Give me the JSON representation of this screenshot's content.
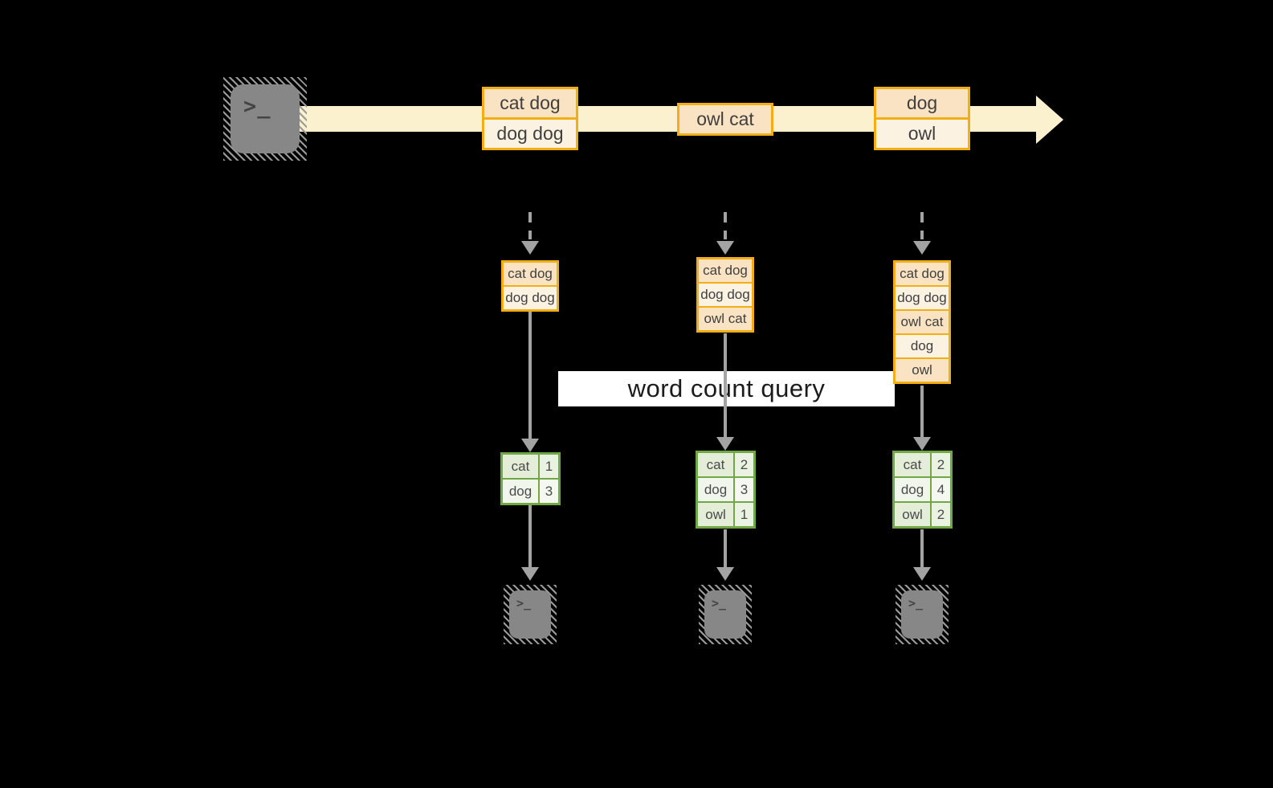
{
  "diagram": {
    "terminal_glyph": ">_",
    "query_label": "word count query",
    "stream": {
      "events": [
        {
          "lines": [
            "cat dog",
            "dog dog"
          ]
        },
        {
          "lines": [
            "owl cat"
          ]
        },
        {
          "lines": [
            "dog",
            "owl"
          ]
        }
      ]
    },
    "columns": [
      {
        "stack": [
          "cat dog",
          "dog dog"
        ],
        "table": [
          {
            "word": "cat",
            "count": "1"
          },
          {
            "word": "dog",
            "count": "3"
          }
        ]
      },
      {
        "stack": [
          "cat dog",
          "dog dog",
          "owl cat"
        ],
        "table": [
          {
            "word": "cat",
            "count": "2"
          },
          {
            "word": "dog",
            "count": "3"
          },
          {
            "word": "owl",
            "count": "1"
          }
        ]
      },
      {
        "stack": [
          "cat dog",
          "dog dog",
          "owl cat",
          "dog",
          "owl"
        ],
        "table": [
          {
            "word": "cat",
            "count": "2"
          },
          {
            "word": "dog",
            "count": "4"
          },
          {
            "word": "owl",
            "count": "2"
          }
        ]
      }
    ],
    "colors": {
      "background": "#000000",
      "stream_band": "#FBF1CF",
      "box_border": "#F2AE15",
      "box_fill_dark": "#FAE3C3",
      "box_fill_light": "#FCF2E2",
      "table_border": "#71A845",
      "table_fill_dark": "#E3EDD8",
      "table_fill_light": "#F1F6EC",
      "arrow_gray": "#A3A3A3",
      "terminal_gray": "#878787",
      "banner_bg": "#FFFFFF"
    }
  }
}
